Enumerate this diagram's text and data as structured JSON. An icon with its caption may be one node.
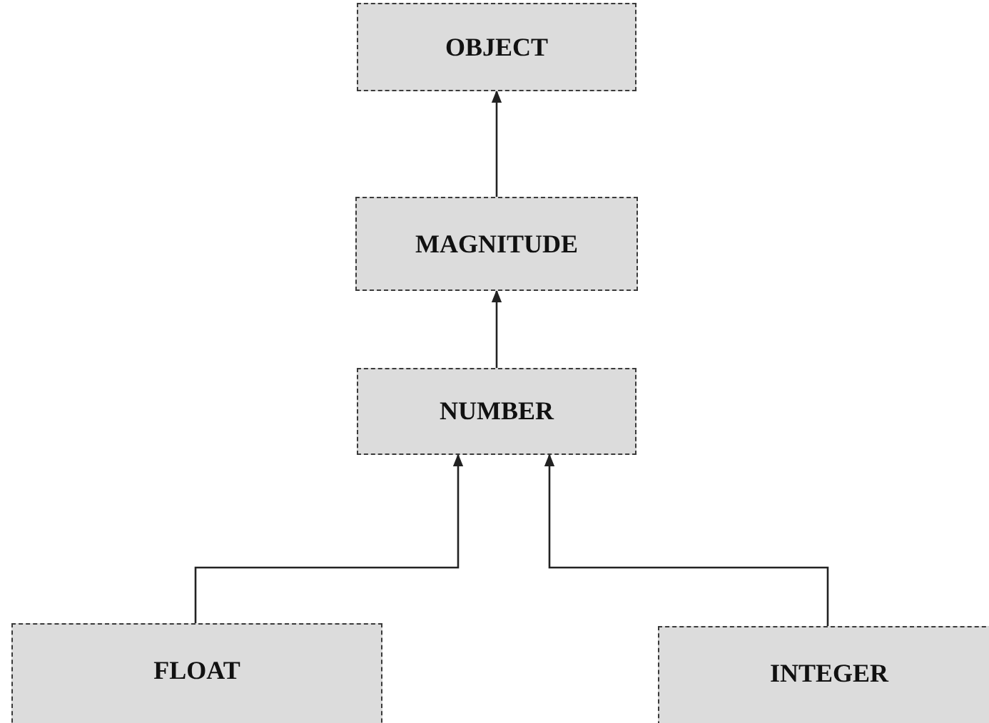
{
  "diagram": {
    "nodes": [
      {
        "text": [
          "OBJECT"
        ]
      },
      {
        "text": [
          "MAGNITUDE"
        ]
      },
      {
        "text": [
          "NUMBER"
        ]
      },
      {
        "text": [
          "FLOAT"
        ]
      },
      {
        "text": [
          "INTEGER"
        ]
      }
    ],
    "edges": [
      {
        "from": 1,
        "to": 0,
        "arrow": "to"
      },
      {
        "from": 2,
        "to": 1,
        "arrow": "to"
      },
      {
        "from": 3,
        "to": 2,
        "arrow": "to"
      },
      {
        "from": 4,
        "to": 2,
        "arrow": "to"
      }
    ]
  }
}
